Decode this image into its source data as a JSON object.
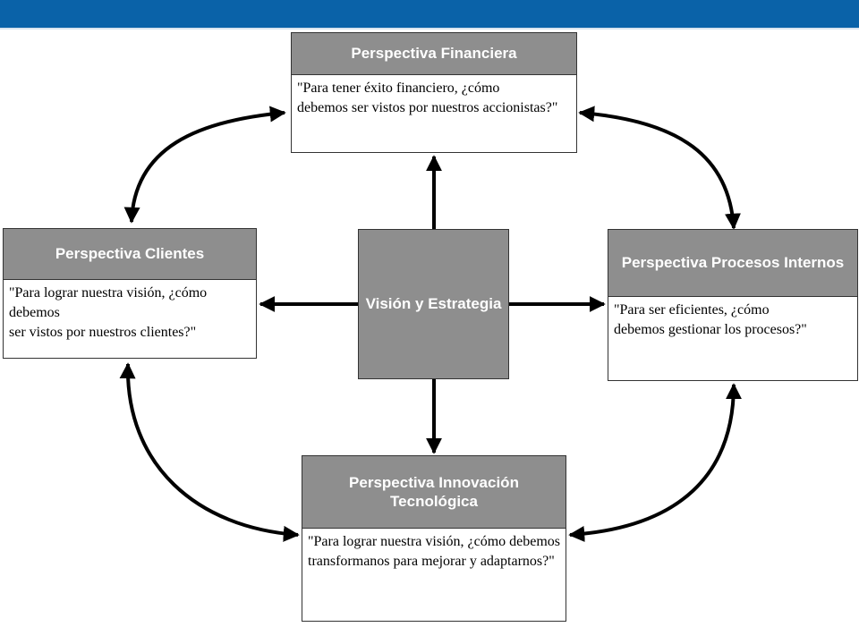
{
  "center": {
    "label": "Visión y Estrategia"
  },
  "perspectives": {
    "financiera": {
      "title": "Perspectiva Financiera",
      "question": "\"Para tener éxito financiero, ¿cómo\ndebemos ser vistos por nuestros accionistas?\""
    },
    "clientes": {
      "title": "Perspectiva Clientes",
      "question": "\"Para lograr nuestra visión, ¿cómo debemos\nser vistos por nuestros clientes?\""
    },
    "procesos": {
      "title": "Perspectiva Procesos Internos",
      "question": "\"Para ser eficientes, ¿cómo\ndebemos gestionar los procesos?\""
    },
    "innovacion": {
      "title": "Perspectiva Innovación\nTecnológica",
      "question": "\"Para lograr nuestra visión, ¿cómo debemos\ntransformanos para mejorar y adaptarnos?\""
    }
  },
  "colors": {
    "top_bar": "#0a62a8",
    "header_fill": "#8e8e8e",
    "arrow": "#000000"
  }
}
